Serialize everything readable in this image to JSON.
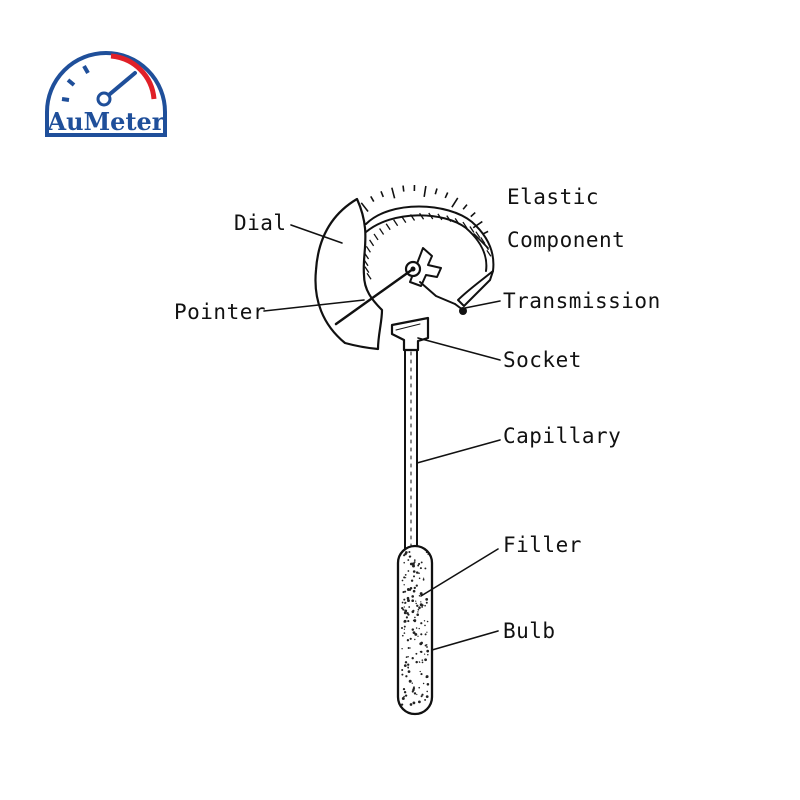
{
  "logo": {
    "text": "AuMeter",
    "colors": {
      "blue": "#1f4f9a",
      "red": "#e02027"
    }
  },
  "labels": {
    "dial": "Dial",
    "elastic_line1": "Elastic",
    "elastic_line2": "Component",
    "pointer": "Pointer",
    "transmission": "Transmission",
    "socket": "Socket",
    "capillary": "Capillary",
    "filler": "Filler",
    "bulb": "Bulb"
  }
}
